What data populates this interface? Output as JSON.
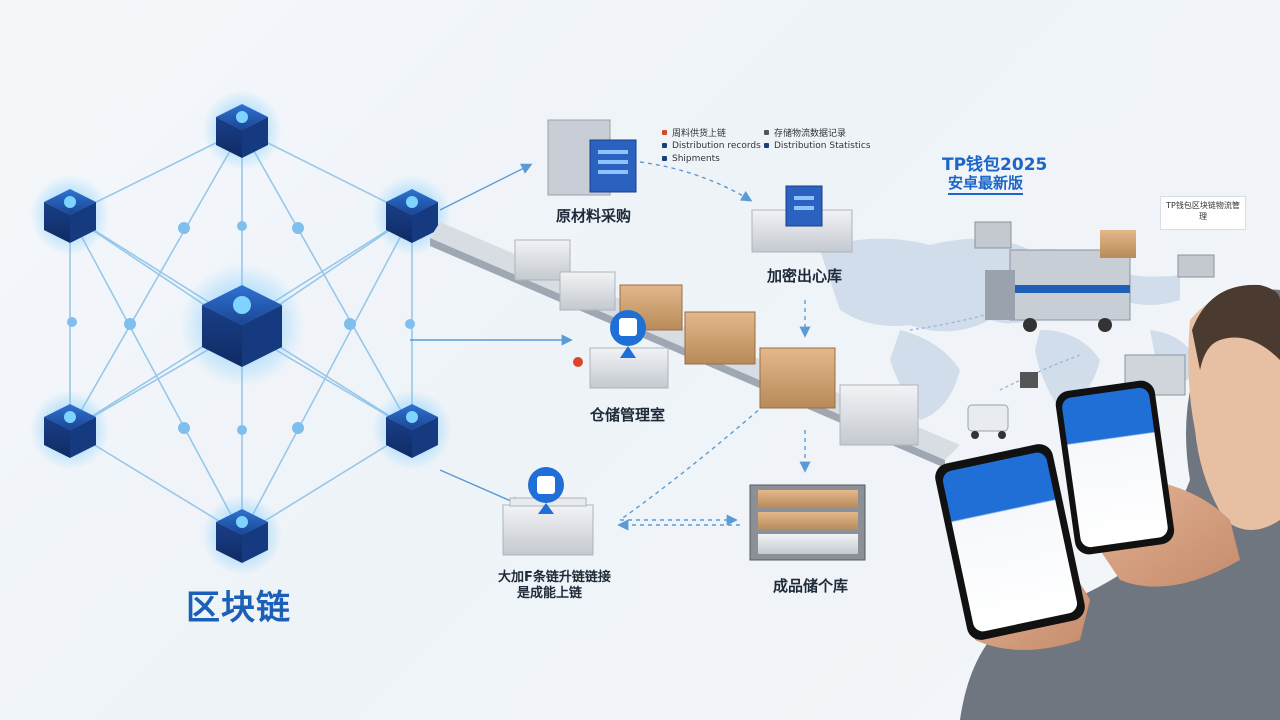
{
  "main_title": "区块链",
  "tp_title": "TP钱包2025",
  "tp_subtitle": "安卓最新版",
  "stages": {
    "raw_material": "原材料采购",
    "encrypt_center": "加密出心库",
    "warehouse_mgmt": "仓储管理室",
    "supply_chain_line1": "大加F条链升链链接",
    "supply_chain_line2": "是成能上链",
    "finished_goods": "成品储个库"
  },
  "legend": {
    "items": [
      {
        "text": "周料供货上链",
        "color": "#d9472b"
      },
      {
        "text": "存储物流数据记录",
        "color": "#555555"
      },
      {
        "text": "Distribution records",
        "color": "#1d3f7a"
      },
      {
        "text": "Shipments",
        "color": "#1d3f7a"
      },
      {
        "text": "Distribution Statistics",
        "color": "#1d3f7a"
      }
    ]
  },
  "infobox": {
    "text": "TP钱包区块链物流管理"
  },
  "colors": {
    "accent": "#1c66c8",
    "node_blue": "#1e4fa8",
    "node_glow": "#3fa9ff",
    "link": "#8ec3ea",
    "arrow": "#5b9bd5"
  }
}
